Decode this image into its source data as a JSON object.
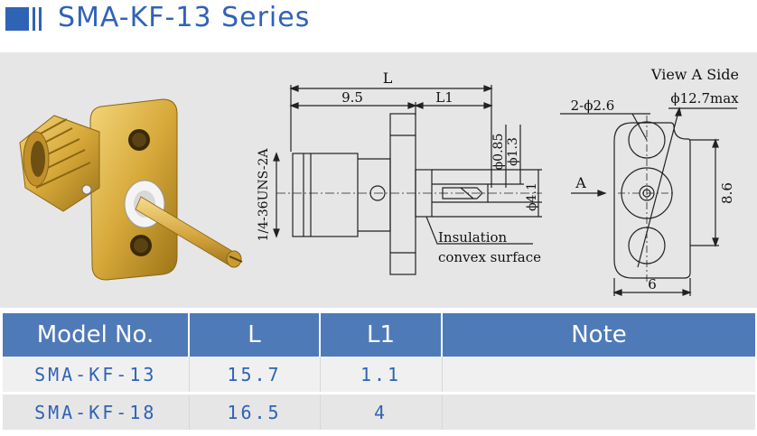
{
  "header": {
    "title": "SMA-KF-13 Series"
  },
  "drawing": {
    "dim_L": "L",
    "dim_9_5": "9.5",
    "dim_L1": "L1",
    "dim_phi085": "ϕ0.85",
    "dim_phi13": "ϕ1.3",
    "dim_phi41": "ϕ4.1",
    "thread": "1/4-36UNS-2A",
    "insulation_1": "Insulation",
    "insulation_2": "convex surface",
    "view_a_side": "View A Side",
    "holes": "2-ϕ2.6",
    "phi127": "ϕ12.7max",
    "arrow_a": "A",
    "dim_86": "8.6",
    "dim_6": "6",
    "colors": {
      "gold": "#d7a93a",
      "gold_dark": "#9c7418",
      "line": "#222222",
      "panel": "#e6e6e6"
    }
  },
  "table": {
    "headers": [
      "Model No.",
      "L",
      "L1",
      "Note"
    ],
    "rows": [
      {
        "model": "SMA-KF-13",
        "L": "15.7",
        "L1": "1.1",
        "note": ""
      },
      {
        "model": "SMA-KF-18",
        "L": "16.5",
        "L1": "4",
        "note": ""
      }
    ]
  },
  "colors": {
    "accent": "#2f63b5",
    "table_header": "#4f7ab8"
  }
}
